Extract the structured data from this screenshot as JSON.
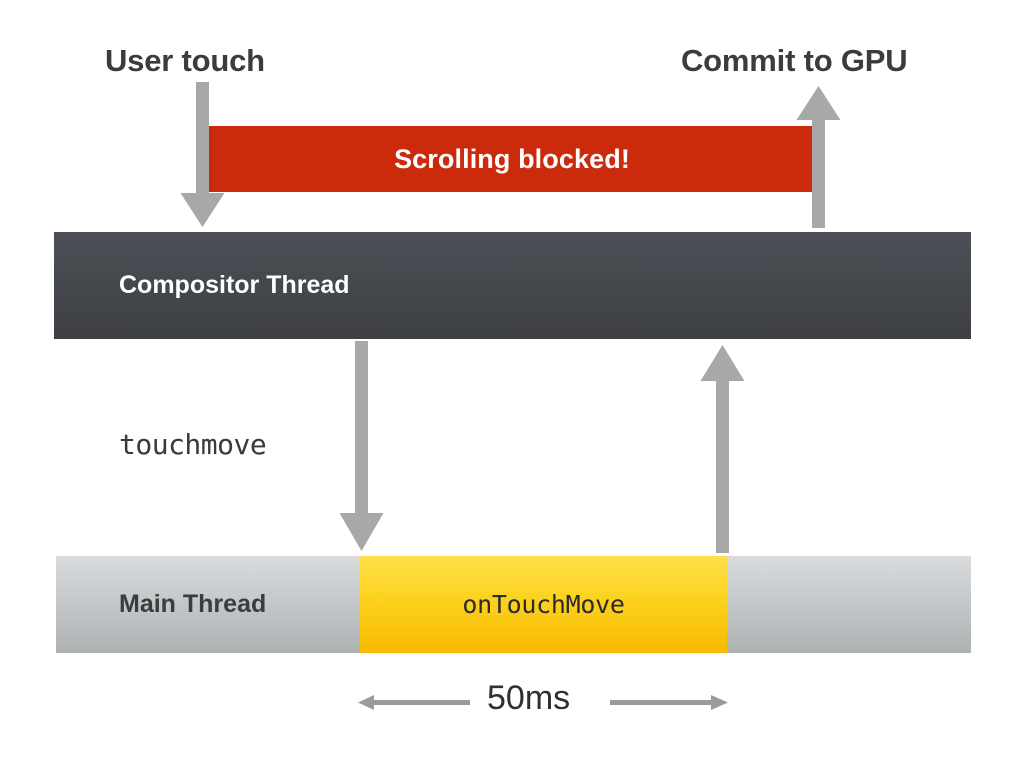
{
  "diagram": {
    "title_labels": {
      "user_touch": "User touch",
      "commit_to_gpu": "Commit to GPU"
    },
    "banner": {
      "text": "Scrolling blocked!",
      "color": "#cb2a0c",
      "text_color": "#ffffff"
    },
    "threads": [
      {
        "id": "compositor",
        "label": "Compositor Thread",
        "color": "#45484d",
        "text_color": "#ffffff"
      },
      {
        "id": "main",
        "label": "Main Thread",
        "color": "#c6c9cb",
        "text_color": "#3c3c3c"
      }
    ],
    "task_block": {
      "label": "onTouchMove",
      "color": "#fcd21f",
      "text_color": "#2b2b2b"
    },
    "event_caption": "touchmove",
    "measurement": {
      "label": "50ms",
      "arrow_color": "#9b9b9b"
    },
    "arrows": [
      {
        "name": "user-touch-down-arrow",
        "direction": "down",
        "color": "#a8a8a8"
      },
      {
        "name": "commit-to-gpu-up-arrow",
        "direction": "up",
        "color": "#a8a8a8"
      },
      {
        "name": "touchmove-dispatch-down-arrow",
        "direction": "down",
        "color": "#a8a8a8"
      },
      {
        "name": "main-thread-return-up-arrow",
        "direction": "up",
        "color": "#a8a8a8"
      }
    ]
  }
}
